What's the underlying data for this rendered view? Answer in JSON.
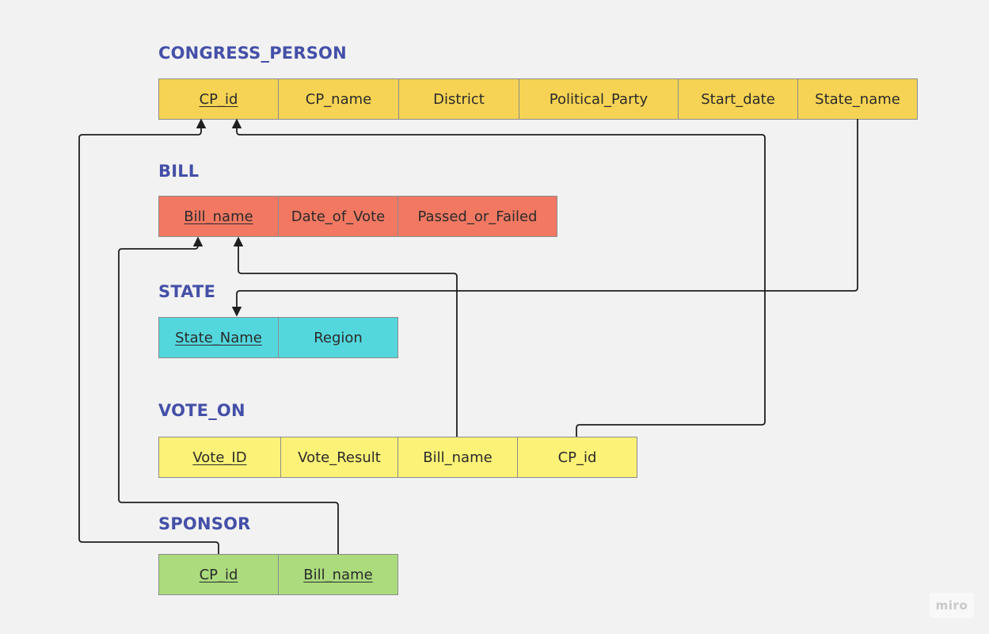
{
  "entities": {
    "congress_person": {
      "title": "CONGRESS_PERSON",
      "color": "#f6d354",
      "attributes": [
        "CP_id",
        "CP_name",
        "District",
        "Political_Party",
        "Start_date",
        "State_name"
      ]
    },
    "bill": {
      "title": "BILL",
      "color": "#f27862",
      "attributes": [
        "Bill_name",
        "Date_of_Vote",
        "Passed_or_Failed"
      ]
    },
    "state": {
      "title": "STATE",
      "color": "#53d7dd",
      "attributes": [
        "State_Name",
        "Region"
      ]
    },
    "vote_on": {
      "title": "VOTE_ON",
      "color": "#fbf277",
      "attributes": [
        "Vote_ID",
        "Vote_Result",
        "Bill_name",
        "CP_id"
      ]
    },
    "sponsor": {
      "title": "SPONSOR",
      "color": "#abdb7d",
      "attributes": [
        "CP_id",
        "Bill_name"
      ]
    }
  },
  "relationships": [
    {
      "from": "SPONSOR.CP_id",
      "to": "CONGRESS_PERSON.CP_id"
    },
    {
      "from": "VOTE_ON.CP_id",
      "to": "CONGRESS_PERSON.CP_id"
    },
    {
      "from": "SPONSOR.Bill_name",
      "to": "BILL.Bill_name"
    },
    {
      "from": "VOTE_ON.Bill_name",
      "to": "BILL.Bill_name"
    },
    {
      "from": "CONGRESS_PERSON.State_name",
      "to": "STATE.State_Name"
    }
  ],
  "title_color": "#4450a8",
  "watermark": "miro"
}
